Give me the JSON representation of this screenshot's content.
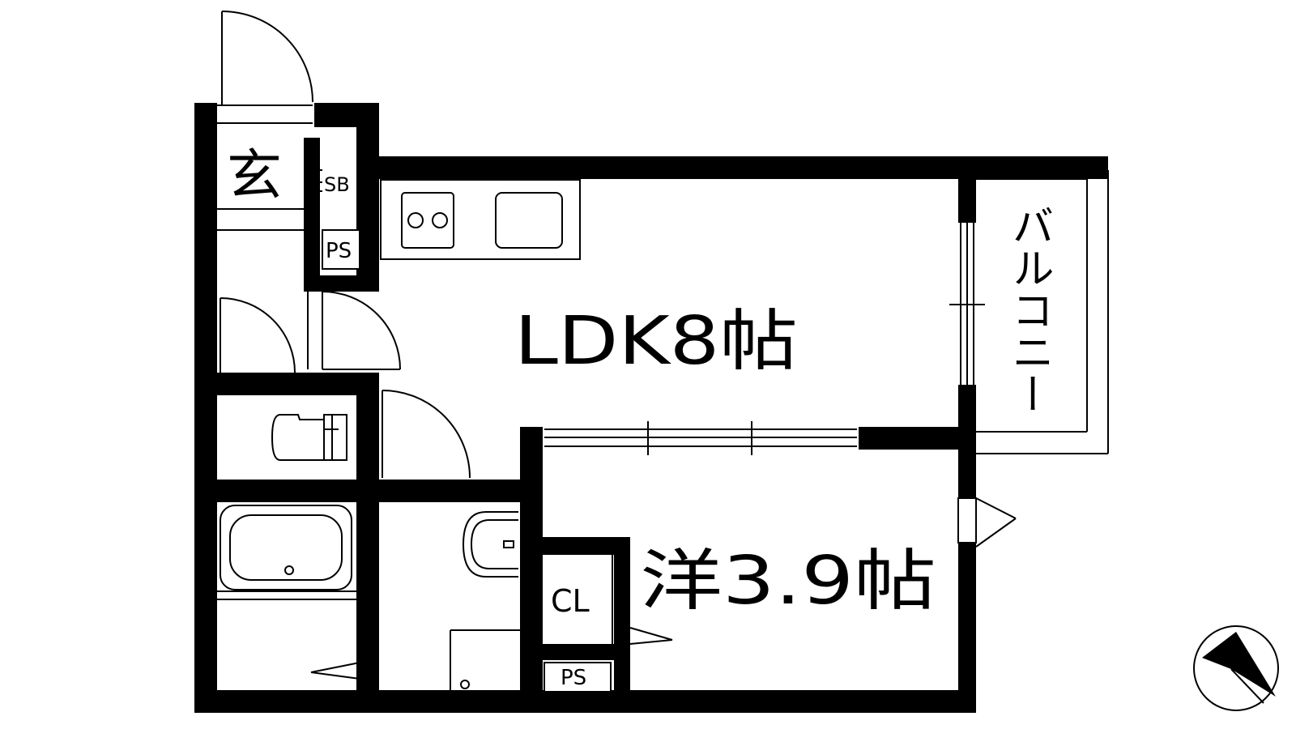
{
  "floor_plan": {
    "rooms": {
      "ldk": "LDK8帖",
      "western": "洋3.9帖",
      "entrance": "玄",
      "balcony": "バルコニー"
    },
    "storage": {
      "shoe_box": "SB",
      "pipe_space_upper": "PS",
      "pipe_space_lower": "PS",
      "closet": "CL"
    }
  }
}
